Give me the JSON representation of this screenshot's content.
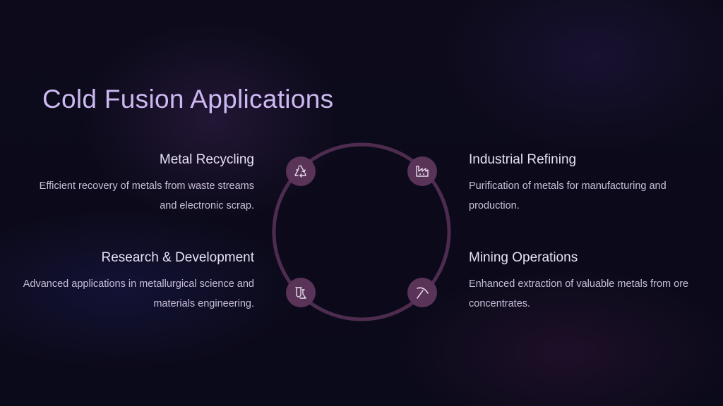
{
  "slide": {
    "title": "Cold Fusion Applications"
  },
  "items": [
    {
      "title": "Metal Recycling",
      "description": "Efficient recovery of metals from waste streams and electronic scrap.",
      "icon": "recycle-icon"
    },
    {
      "title": "Industrial Refining",
      "description": "Purification of metals for manufacturing and production.",
      "icon": "factory-icon"
    },
    {
      "title": "Research & Development",
      "description": "Advanced applications in metallurgical science and materials engineering.",
      "icon": "flask-icon"
    },
    {
      "title": "Mining Operations",
      "description": "Enhanced extraction of valuable metals from ore concentrates.",
      "icon": "pickaxe-icon"
    }
  ],
  "colors": {
    "background": "#0c0a1a",
    "title": "#cdb8f2",
    "ring": "#4e2c4f",
    "node": "#5a3358",
    "icon_stroke": "#e8dcea",
    "text": "#c7bfd8"
  }
}
